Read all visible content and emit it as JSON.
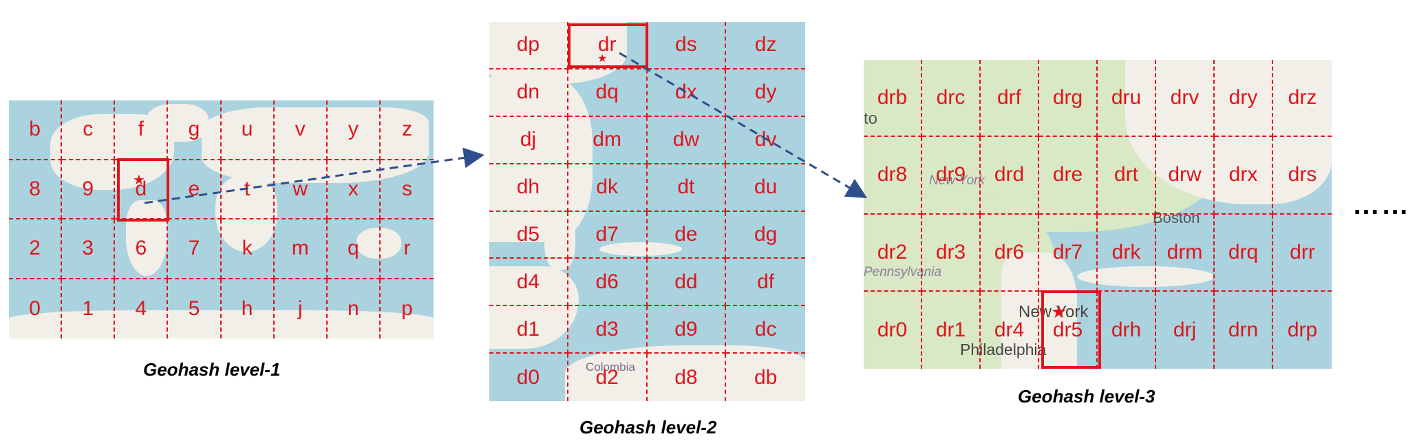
{
  "level1": {
    "caption": "Geohash level-1",
    "cols": 8,
    "rows": 4,
    "cells": [
      [
        "b",
        "c",
        "f",
        "g",
        "u",
        "v",
        "y",
        "z"
      ],
      [
        "8",
        "9",
        "d",
        "e",
        "t",
        "w",
        "x",
        "s"
      ],
      [
        "2",
        "3",
        "6",
        "7",
        "k",
        "m",
        "q",
        "r"
      ],
      [
        "0",
        "1",
        "4",
        "5",
        "h",
        "j",
        "n",
        "p"
      ]
    ]
  },
  "level2": {
    "caption": "Geohash level-2",
    "cols": 4,
    "rows": 8,
    "cells": [
      [
        "dp",
        "dr",
        "ds",
        "dz"
      ],
      [
        "dn",
        "dq",
        "dx",
        "dy"
      ],
      [
        "dj",
        "dm",
        "dw",
        "dv"
      ],
      [
        "dh",
        "dk",
        "dt",
        "du"
      ],
      [
        "d5",
        "d7",
        "de",
        "dg"
      ],
      [
        "d4",
        "d6",
        "dd",
        "df"
      ],
      [
        "d1",
        "d3",
        "d9",
        "dc"
      ],
      [
        "d0",
        "d2",
        "d8",
        "db"
      ]
    ],
    "map_labels": {
      "colombia": "Colombia"
    }
  },
  "level3": {
    "caption": "Geohash level-3",
    "cols": 8,
    "rows": 4,
    "cells": [
      [
        "drb",
        "drc",
        "drf",
        "drg",
        "dru",
        "drv",
        "dry",
        "drz"
      ],
      [
        "dr8",
        "dr9",
        "drd",
        "dre",
        "drt",
        "drw",
        "drx",
        "drs"
      ],
      [
        "dr2",
        "dr3",
        "dr6",
        "dr7",
        "drk",
        "drm",
        "drq",
        "drr"
      ],
      [
        "dr0",
        "dr1",
        "dr4",
        "dr5",
        "drh",
        "drj",
        "drn",
        "drp"
      ]
    ],
    "map_labels": {
      "boston": "Boston",
      "new_york": "New York",
      "philadelphia": "Philadelphia",
      "pennsylvania": "Pennsylvania",
      "ny_state": "New York",
      "partial": "to"
    }
  },
  "ellipsis": "……",
  "colors": {
    "grid": "#e0141b",
    "arrow": "#2e4f8c",
    "water": "#aad3df",
    "land": "#f2efe9"
  }
}
